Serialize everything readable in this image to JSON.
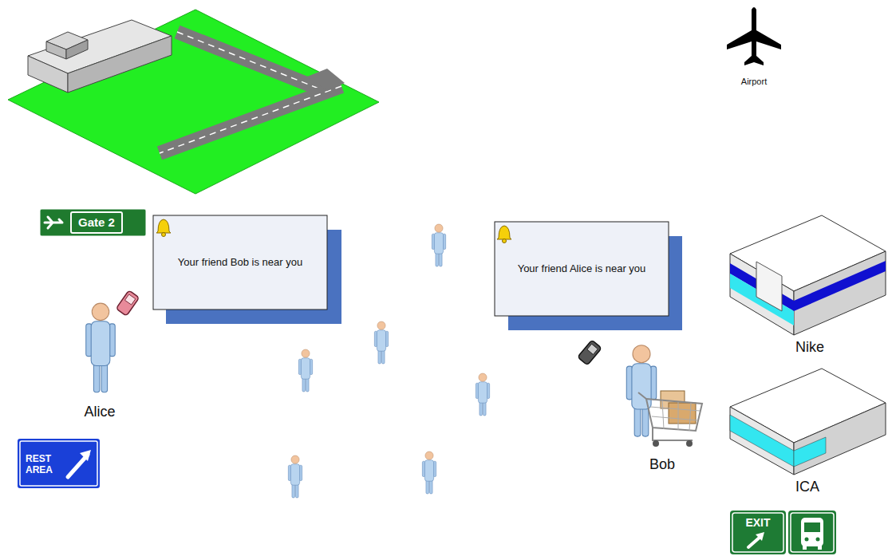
{
  "diagram": {
    "nodes": [
      {
        "text": [
          "Gate 2"
        ]
      },
      {
        "text": [
          "Your friend Bob is near you"
        ]
      },
      {
        "text": [
          "Your friend Alice is near you"
        ]
      },
      {
        "text": [
          "REST AREA"
        ]
      },
      {
        "text": [
          "EXIT"
        ]
      }
    ],
    "labels": [
      "Airport",
      "Alice",
      "Bob",
      "Nike",
      "ICA"
    ]
  }
}
